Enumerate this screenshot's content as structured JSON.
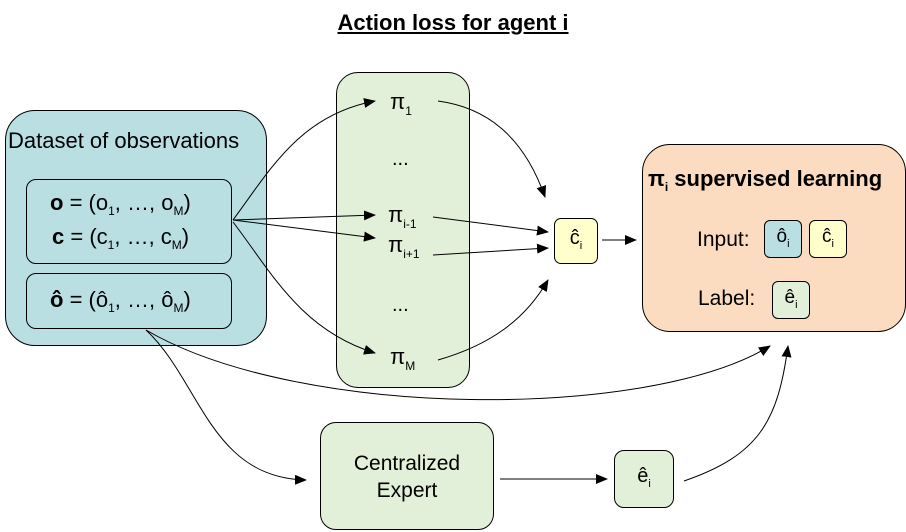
{
  "title": "Action loss for agent i",
  "dataset": {
    "label": "Dataset of observations",
    "o_sym": "o",
    "o_eq": " = (o",
    "o_sub1": "1",
    "o_mid": ", …, o",
    "o_subM": "M",
    "o_end": ")",
    "c_sym": "c",
    "c_eq": " = (c",
    "c_sub1": "1",
    "c_mid": ", …, c",
    "c_subM": "M",
    "c_end": ")",
    "oh_sym": "ô",
    "oh_eq": " = (ô",
    "oh_sub1": "1",
    "oh_mid": ", …, ô",
    "oh_subM": "M",
    "oh_end": ")"
  },
  "policies": {
    "sym": "π",
    "p1_sub": "1",
    "dots": "...",
    "pim1_sub": "i-1",
    "pip1_sub": "i+1",
    "pM_sub": "M"
  },
  "chat": {
    "sym": "ĉ",
    "sub": "i"
  },
  "supervised": {
    "title_sym": "π",
    "title_sub": "i",
    "title_rest": " supervised learning",
    "input_label": "Input:",
    "label_label": "Label:",
    "ohat_sym": "ô",
    "ohat_sub": "i",
    "chat_sym": "ĉ",
    "chat_sub": "i",
    "ehat_sym": "ê",
    "ehat_sub": "i"
  },
  "expert": {
    "line1": "Centralized",
    "line2": "Expert"
  },
  "ehat": {
    "sym": "ê",
    "sub": "i"
  },
  "colors": {
    "dataset_fill": "#b9dfe2",
    "policy_fill": "#e2efd9",
    "chat_fill": "#ffffcc",
    "supervised_fill": "#fcdcc0"
  }
}
